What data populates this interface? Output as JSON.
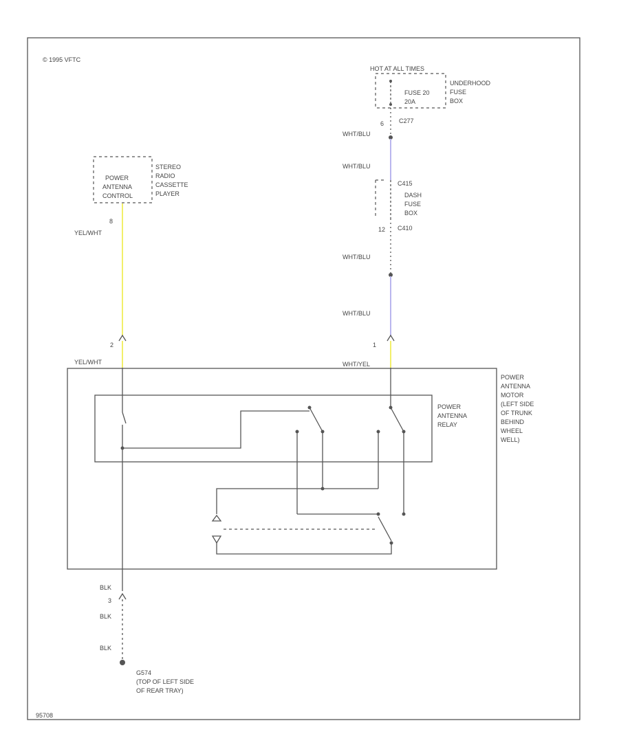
{
  "copyright": "© 1995 VFTC",
  "doc_id": "95708",
  "colors": {
    "yellow_wire": "#f2ef6a",
    "blue_wire": "#b9b6ee",
    "line": "#555555"
  },
  "fuse_box_top": {
    "hot_label": "HOT AT ALL TIMES",
    "fuse": "FUSE 20",
    "amps": "20A",
    "box_name": [
      "UNDERHOOD",
      "FUSE",
      "BOX"
    ],
    "pin": "6",
    "connector": "C277"
  },
  "fuse_box_dash": {
    "connector": "C415",
    "name": [
      "DASH",
      "FUSE",
      "BOX"
    ],
    "pin": "12",
    "connector_bottom": "C410"
  },
  "radio": {
    "inner": [
      "POWER",
      "ANTENNA",
      "CONTROL"
    ],
    "name": [
      "STEREO",
      "RADIO",
      "CASSETTE",
      "PLAYER"
    ],
    "pin": "8"
  },
  "wires": {
    "yel_wht": "YEL/WHT",
    "wht_blu": "WHT/BLU",
    "wht_yel": "WHT/YEL",
    "blk": "BLK"
  },
  "motor": {
    "pin_left": "2",
    "pin_right": "1",
    "pin_bottom": "3",
    "name": [
      "POWER",
      "ANTENNA",
      "MOTOR",
      "(LEFT SIDE",
      "OF TRUNK",
      "BEHIND",
      "WHEEL",
      "WELL)"
    ],
    "relay": [
      "POWER",
      "ANTENNA",
      "RELAY"
    ]
  },
  "ground": {
    "id": "G574",
    "desc": [
      "(TOP OF LEFT SIDE",
      "OF REAR TRAY)"
    ]
  }
}
